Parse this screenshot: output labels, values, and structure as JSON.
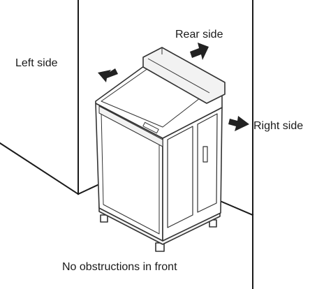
{
  "labels": {
    "left": "Left side",
    "rear": "Rear side",
    "right": "Right side",
    "front": "No obstructions in front"
  },
  "colors": {
    "line": "#1a1a1a",
    "appliance_outline": "#333333",
    "appliance_fill": "#ffffff",
    "appliance_shade": "#f2f2f2",
    "arrow": "#222222"
  },
  "icons": {
    "arrow_left": "arrow-left-icon",
    "arrow_rear": "arrow-rear-icon",
    "arrow_right": "arrow-right-icon"
  }
}
